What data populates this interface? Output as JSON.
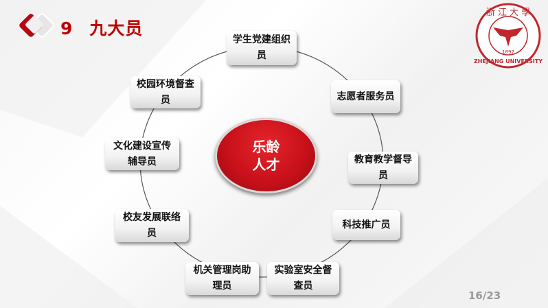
{
  "header": {
    "number": "9",
    "title": "九大员"
  },
  "logo": {
    "text": "浙江大學 1897 ZHEJIANG UNIVERSITY",
    "color": "#c0272d"
  },
  "center": {
    "line1": "乐龄",
    "line2": "人才"
  },
  "nodes": [
    {
      "label": "学生党建组织员"
    },
    {
      "label": "志愿者服务员"
    },
    {
      "label": "教育教学督导员"
    },
    {
      "label": "科技推广员"
    },
    {
      "label": "实验室安全督查员"
    },
    {
      "label": "机关管理岗助理员"
    },
    {
      "label": "校友发展联络员"
    },
    {
      "label": "文化建设宣传辅导员"
    },
    {
      "label": "校园环境督查员"
    }
  ],
  "page_number": "16/23",
  "colors": {
    "accent": "#c00000"
  }
}
